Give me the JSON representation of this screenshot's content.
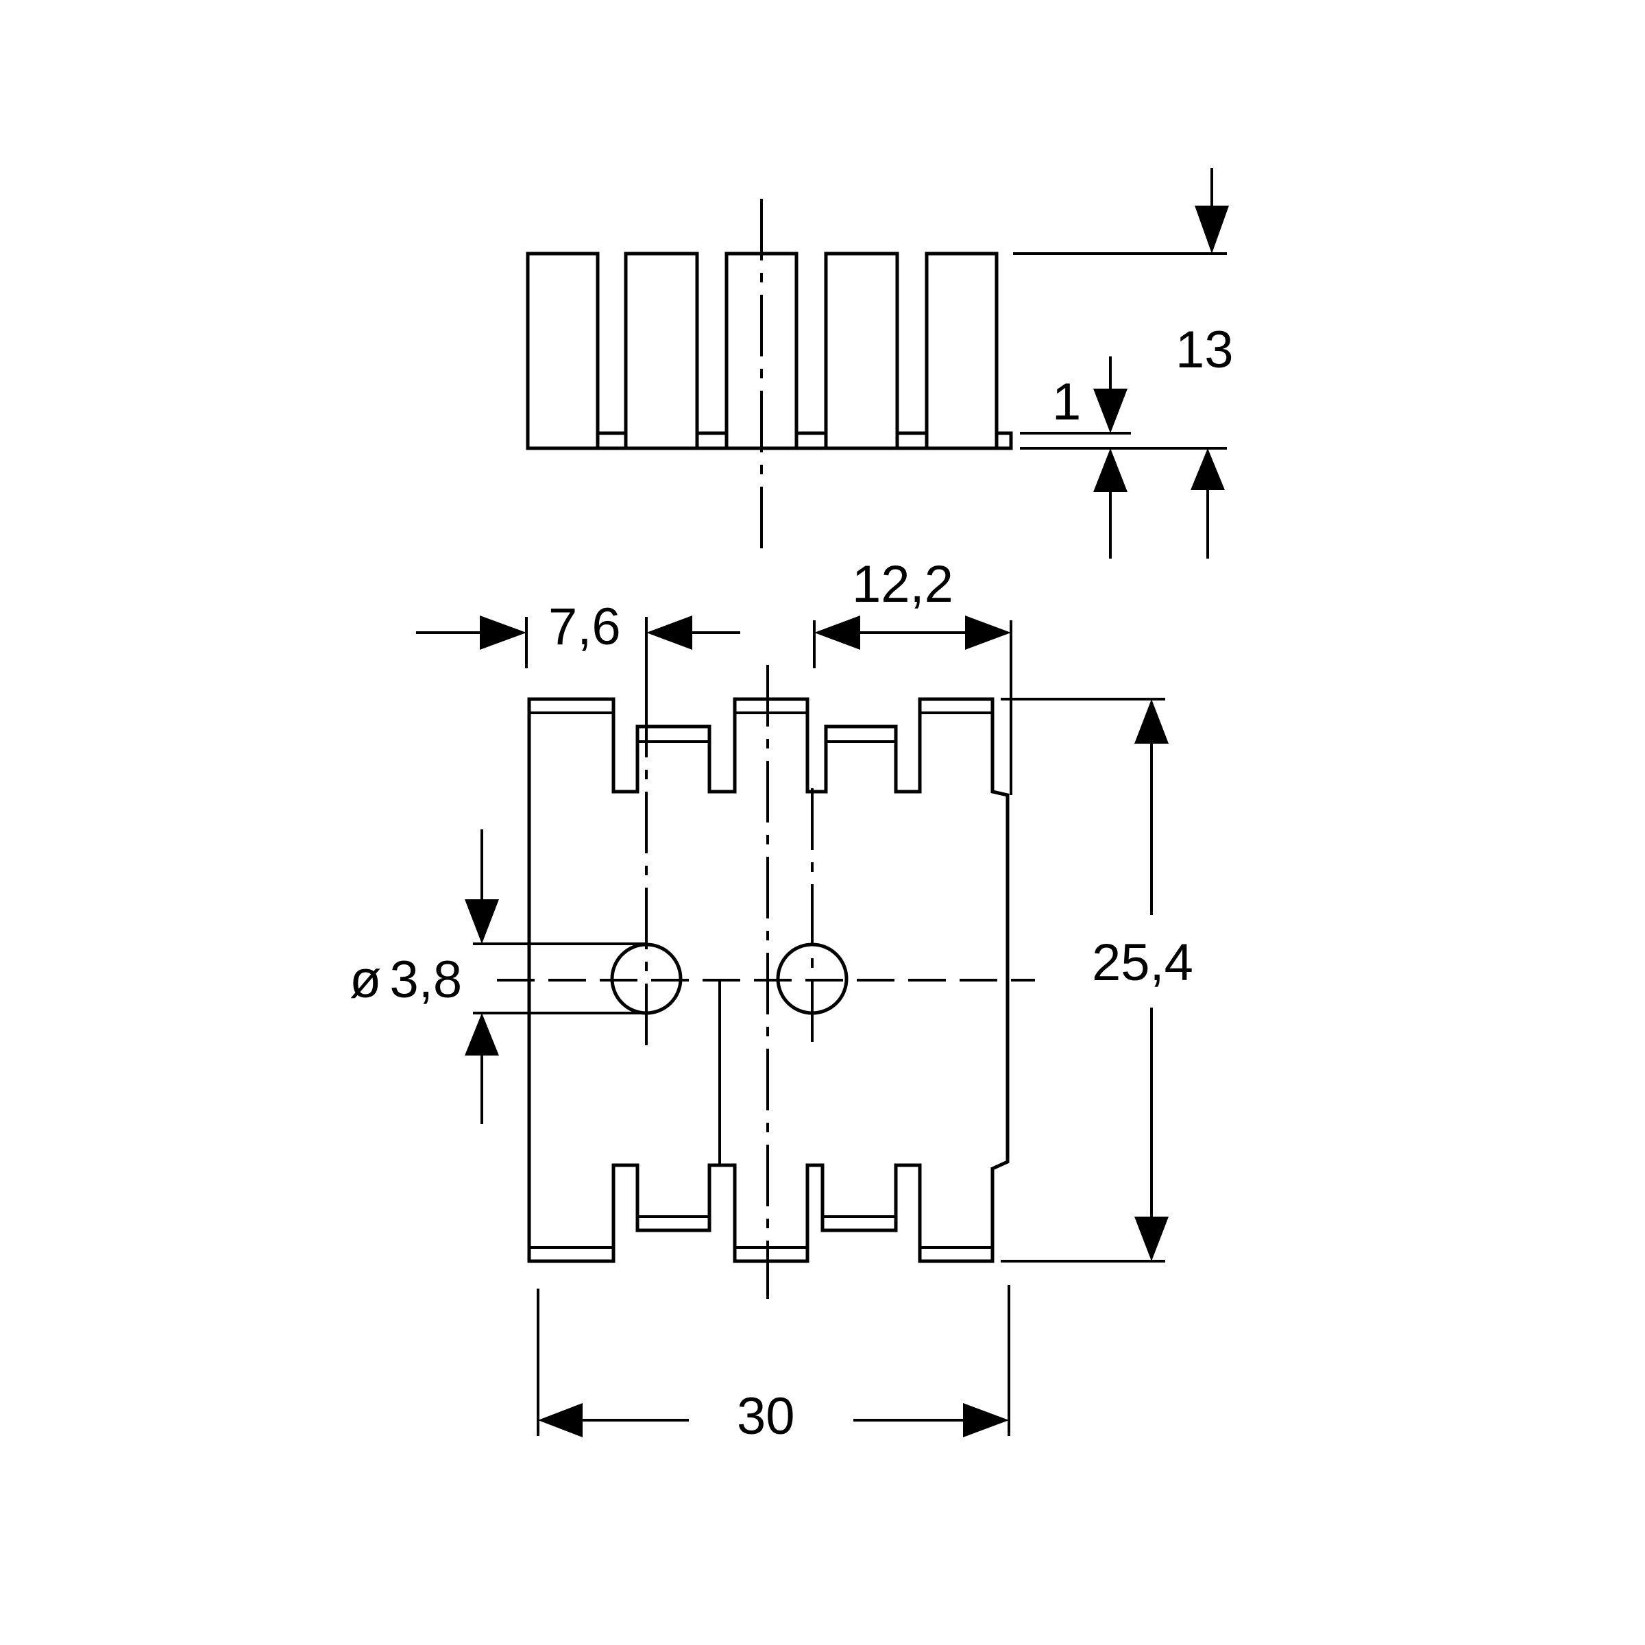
{
  "dimensions": {
    "height_total": "13",
    "base_thickness": "1",
    "hole_offset": "7,6",
    "hole_spacing": "12,2",
    "hole_diameter": "3,8",
    "diameter_symbol": "ø",
    "length": "25,4",
    "width": "30"
  }
}
